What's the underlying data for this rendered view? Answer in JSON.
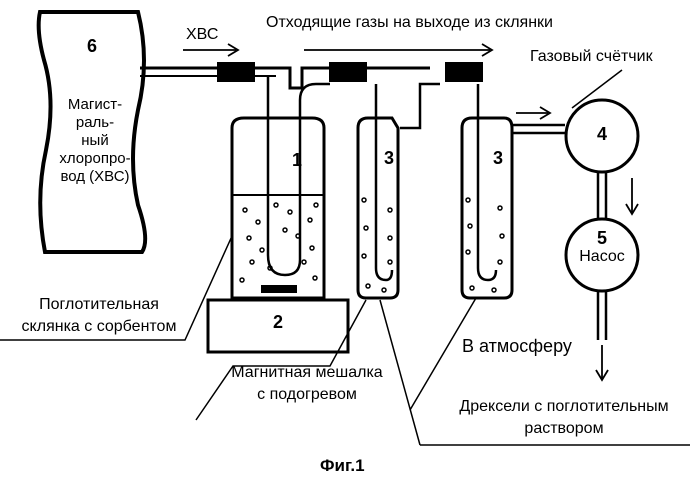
{
  "labels": {
    "pipeline_number": "6",
    "pipeline_text": [
      "Магист-",
      "раль-",
      "ный",
      "хлоропро-",
      "вод (ХВС)"
    ],
    "hvs_arrow": "ХВС",
    "exhaust_gases": "Отходящие газы на выходе из склянки",
    "gas_meter": "Газовый счётчик",
    "flask_number": "1",
    "drexel_left_number": "3",
    "drexel_right_number": "3",
    "meter_number": "4",
    "pump_number": "5",
    "pump_label": "Насос",
    "stirrer_number": "2",
    "absorber_flask": [
      "Поглотительная",
      "склянка с сорбентом"
    ],
    "magnetic_stirrer": [
      "Магнитная мешалка",
      "с подогревом"
    ],
    "to_atmosphere": "В атмосферу",
    "drexels": [
      "Дрексели с поглотительным",
      "раствором"
    ],
    "figure_caption": "Фиг.1"
  },
  "colors": {
    "ink": "#000000",
    "paper": "#ffffff"
  },
  "icons": [
    "right-arrow-icon",
    "down-arrow-icon",
    "stir-bar-icon"
  ]
}
